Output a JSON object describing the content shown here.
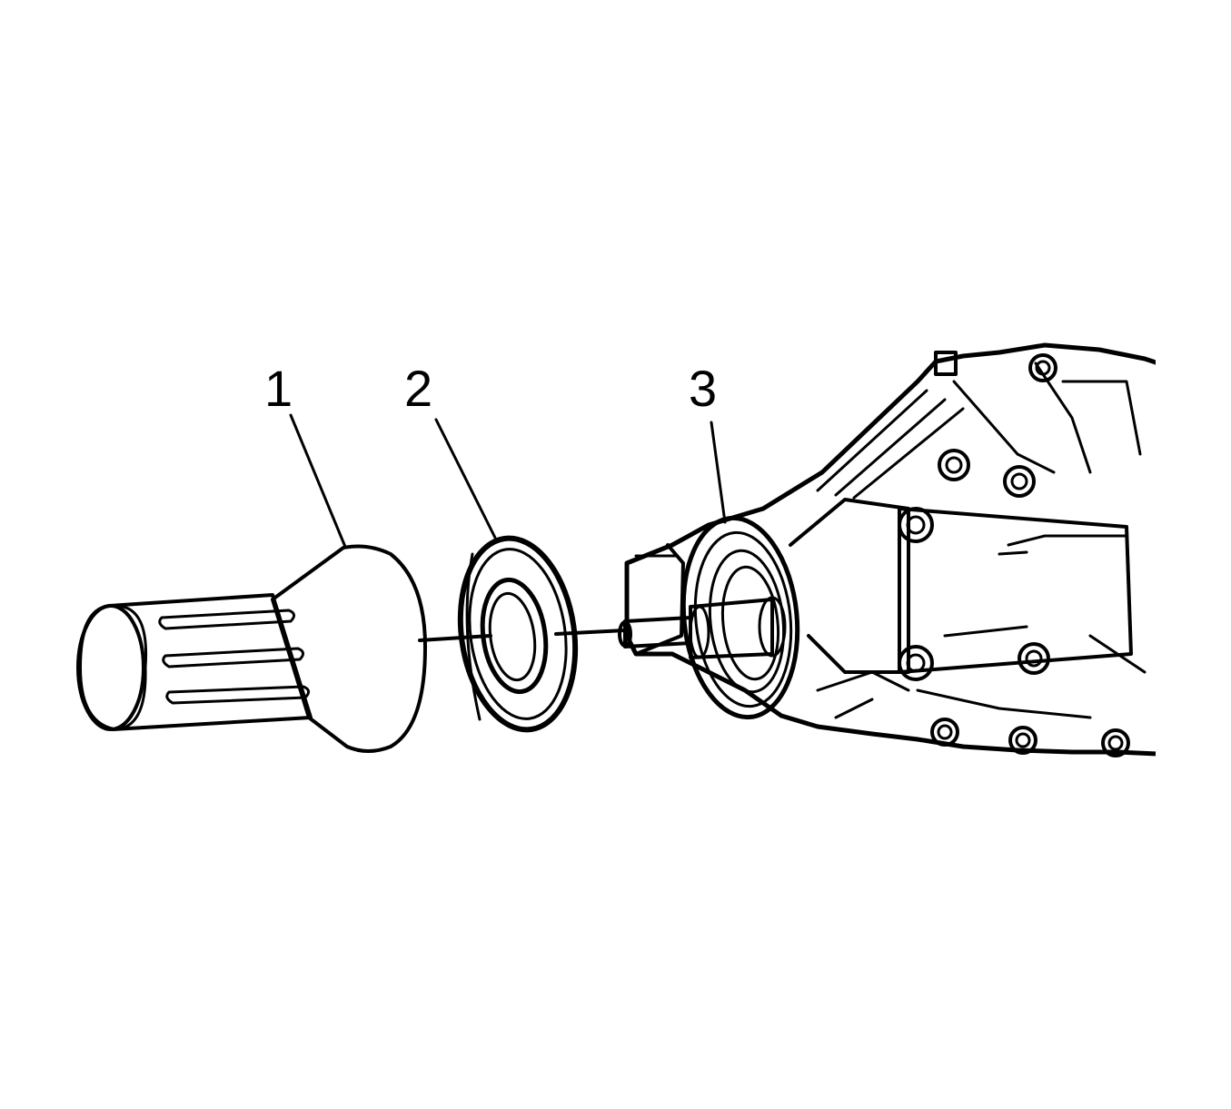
{
  "callouts": [
    {
      "id": "1",
      "label": "1"
    },
    {
      "id": "2",
      "label": "2"
    },
    {
      "id": "3",
      "label": "3"
    }
  ],
  "colors": {
    "ink": "#000000",
    "background": "#ffffff",
    "stipple": "#000000"
  }
}
